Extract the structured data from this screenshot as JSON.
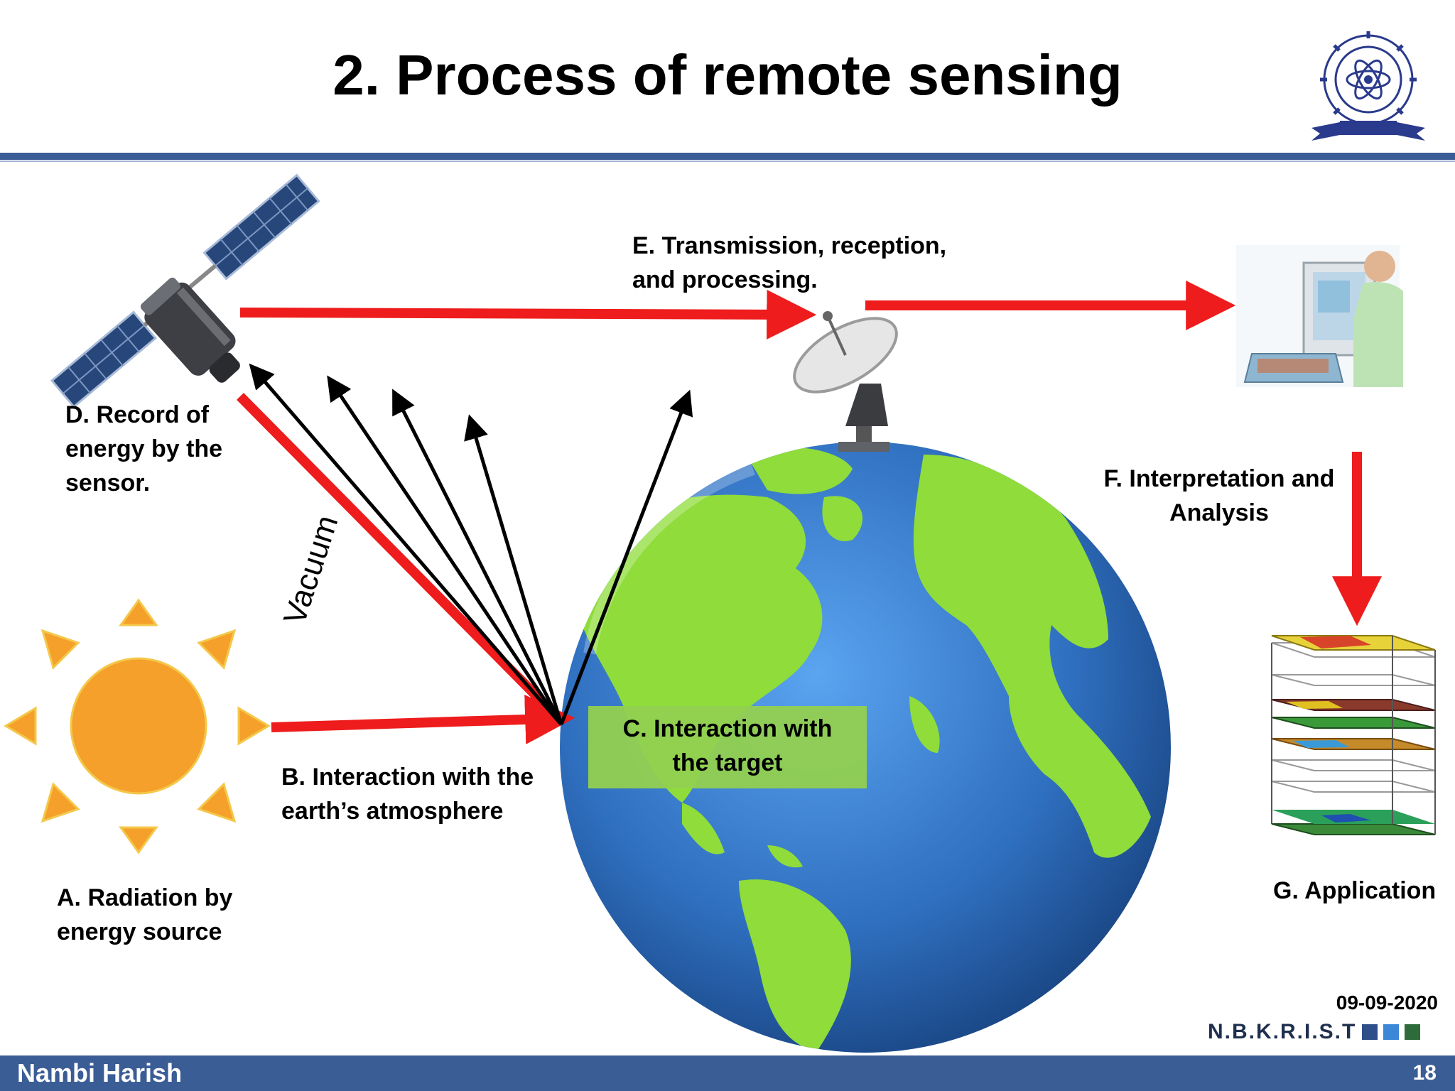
{
  "slide": {
    "title": "2. Process of remote sensing",
    "author": "Nambi Harish",
    "page": "18",
    "date": "09-09-2020",
    "brand": "N.B.K.R.I.S.T"
  },
  "labels": {
    "a": [
      "A. Radiation by",
      "energy source"
    ],
    "b": [
      "B. Interaction with the",
      "earth’s atmosphere"
    ],
    "c": [
      "C. Interaction with",
      "the target"
    ],
    "d": [
      "D. Record of",
      "energy by the",
      "sensor."
    ],
    "e": [
      "E. Transmission, reception,",
      "and processing."
    ],
    "f": [
      "F. Interpretation and",
      "Analysis"
    ],
    "g": [
      "G. Application"
    ],
    "vacuum": "Vacuum"
  },
  "colors": {
    "accent_bar": "#3a5d96",
    "arrow_red": "#ee1c1c",
    "target_box": "#92d050",
    "ocean": "#2f6fbf",
    "land": "#8fdc3a",
    "sun": "#f4a02a",
    "brand_squares": [
      "#2e4f8a",
      "#3d87d8",
      "#2e6b3a"
    ]
  },
  "icons": [
    "sun-icon",
    "satellite-icon",
    "earth-globe-icon",
    "dish-antenna-icon",
    "computer-user-icon",
    "gis-layers-icon",
    "institute-logo-icon"
  ]
}
